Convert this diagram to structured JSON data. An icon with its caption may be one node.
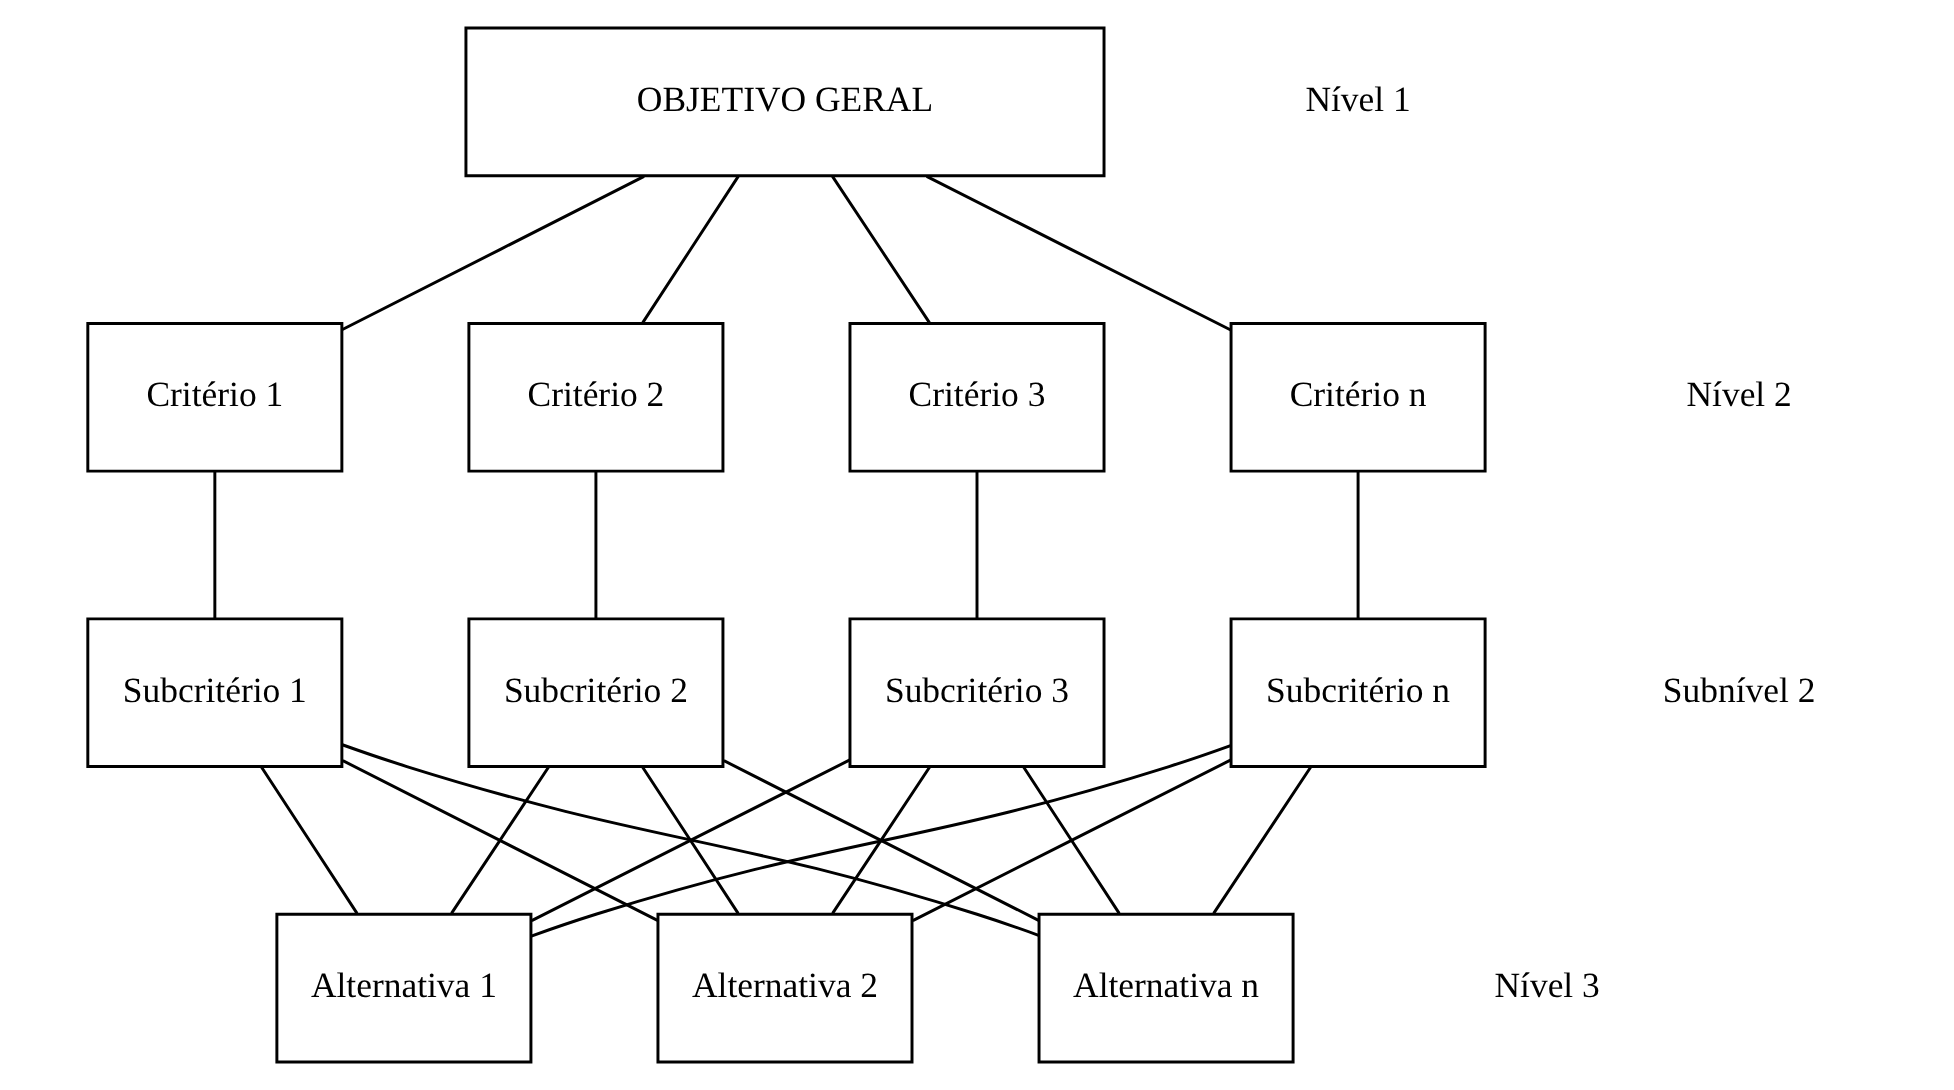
{
  "diagram": {
    "nodes": [
      {
        "text": [
          "OBJETIVO GERAL"
        ]
      },
      {
        "text": [
          "Critério 1"
        ]
      },
      {
        "text": [
          "Critério 2"
        ]
      },
      {
        "text": [
          "Critério 3"
        ]
      },
      {
        "text": [
          "Critério n"
        ]
      },
      {
        "text": [
          "Subcritério 1"
        ]
      },
      {
        "text": [
          "Subcritério 2"
        ]
      },
      {
        "text": [
          "Subcritério 3"
        ]
      },
      {
        "text": [
          "Subcritério n"
        ]
      },
      {
        "text": [
          "Alternativa 1"
        ]
      },
      {
        "text": [
          "Alternativa 2"
        ]
      },
      {
        "text": [
          "Alternativa n"
        ]
      }
    ],
    "edges": [
      {
        "from": 0,
        "to": 1,
        "arrow": "none"
      },
      {
        "from": 0,
        "to": 2,
        "arrow": "none"
      },
      {
        "from": 0,
        "to": 3,
        "arrow": "none"
      },
      {
        "from": 0,
        "to": 4,
        "arrow": "none"
      },
      {
        "from": 1,
        "to": 5,
        "arrow": "none"
      },
      {
        "from": 2,
        "to": 6,
        "arrow": "none"
      },
      {
        "from": 3,
        "to": 7,
        "arrow": "none"
      },
      {
        "from": 4,
        "to": 8,
        "arrow": "none"
      },
      {
        "from": 5,
        "to": 9,
        "arrow": "none"
      },
      {
        "from": 5,
        "to": 10,
        "arrow": "none"
      },
      {
        "from": 5,
        "to": 11,
        "arrow": "none"
      },
      {
        "from": 6,
        "to": 9,
        "arrow": "none"
      },
      {
        "from": 6,
        "to": 10,
        "arrow": "none"
      },
      {
        "from": 6,
        "to": 11,
        "arrow": "none"
      },
      {
        "from": 7,
        "to": 9,
        "arrow": "none"
      },
      {
        "from": 7,
        "to": 10,
        "arrow": "none"
      },
      {
        "from": 7,
        "to": 11,
        "arrow": "none"
      },
      {
        "from": 8,
        "to": 9,
        "arrow": "none"
      },
      {
        "from": 8,
        "to": 10,
        "arrow": "none"
      },
      {
        "from": 8,
        "to": 11,
        "arrow": "none"
      }
    ],
    "labels": [
      "Nível 1",
      "Nível 2",
      "Subnível 2",
      "Nível 3"
    ]
  }
}
